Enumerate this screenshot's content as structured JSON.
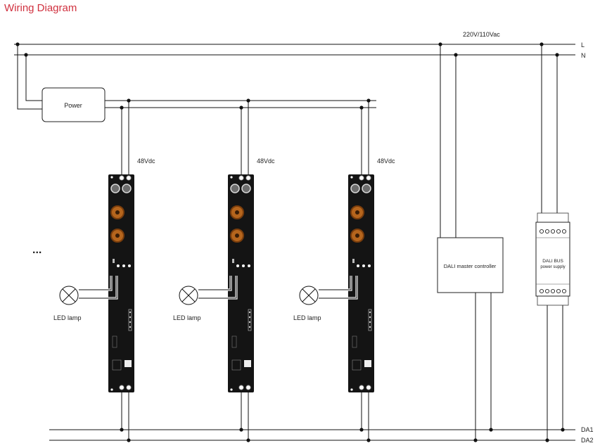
{
  "title": "Wiring Diagram",
  "title_color": "#d0313f",
  "labels": {
    "supply": "220V/110Vac",
    "line_L": "L",
    "line_N": "N",
    "da1": "DA1",
    "da2": "DA2",
    "power": "Power",
    "dc_voltage": "48Vdc",
    "led_lamp": "LED lamp",
    "ellipsis": "...",
    "dali_master": "DALI master controller",
    "dali_bus_line1": "DALI BUS",
    "dali_bus_line2": "power supply"
  },
  "drivers": [
    {
      "voltage": "48Vdc",
      "lamp": "LED lamp"
    },
    {
      "voltage": "48Vdc",
      "lamp": "LED lamp"
    },
    {
      "voltage": "48Vdc",
      "lamp": "LED lamp"
    }
  ],
  "colors": {
    "wire": "#111111",
    "board": "#141414",
    "coil": "#b5651d",
    "title": "#d0313f"
  }
}
